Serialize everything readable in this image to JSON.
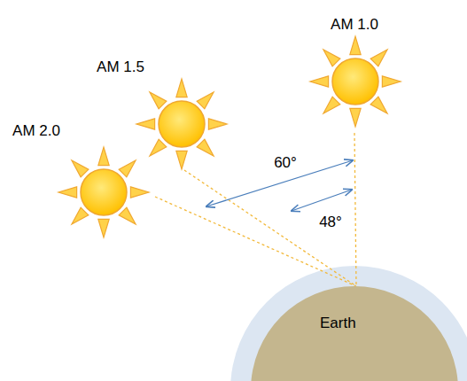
{
  "diagram": {
    "nodes": [
      {
        "text": [
          "Earth"
        ]
      }
    ],
    "labels": [
      "AM 1.0",
      "AM 1.5",
      "AM 2.0",
      "60°",
      "48°"
    ]
  }
}
